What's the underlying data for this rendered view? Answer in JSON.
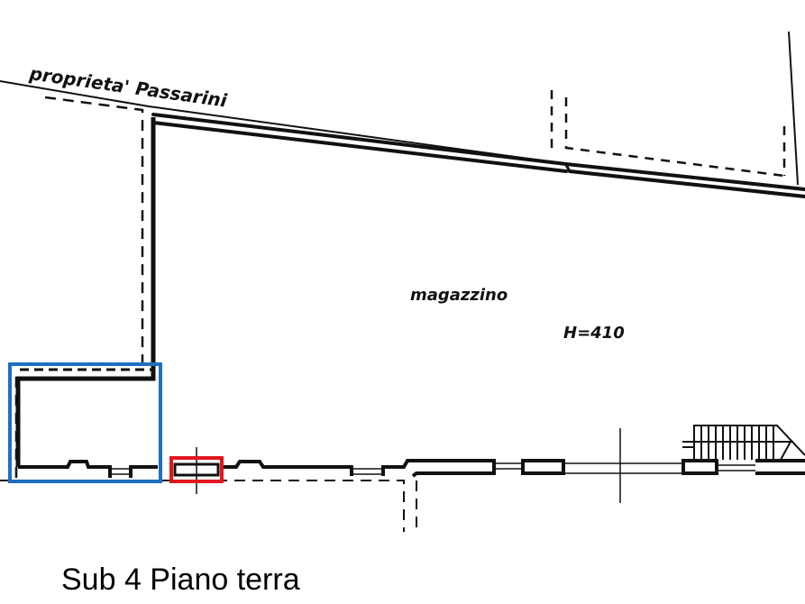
{
  "plan": {
    "neighbor_label": "proprieta' Passarini",
    "room_label": "magazzino",
    "height_label": "H=410",
    "highlights": [
      {
        "name": "blue-highlight",
        "color": "#1f6fbf"
      },
      {
        "name": "red-highlight",
        "color": "#e2161f"
      }
    ]
  },
  "caption": "Sub 4 Piano terra"
}
